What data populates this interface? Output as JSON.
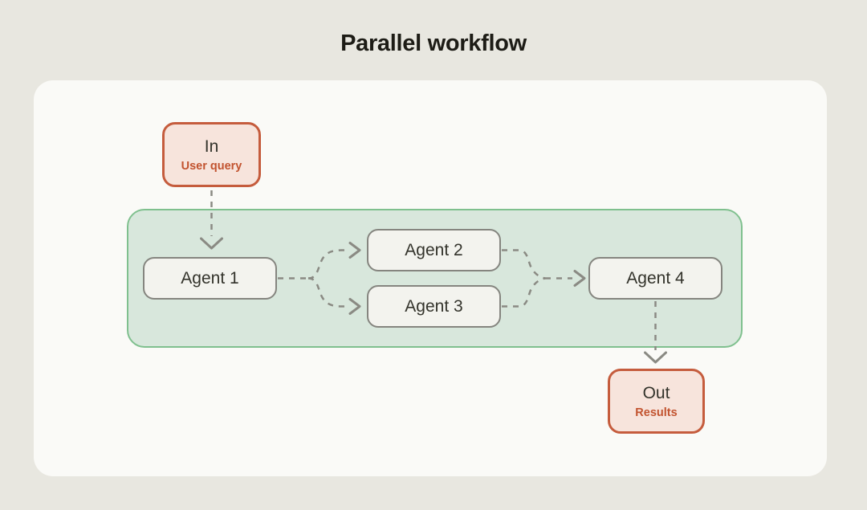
{
  "title": "Parallel workflow",
  "colors": {
    "page_bg": "#e8e7e0",
    "card_bg": "#fafaf7",
    "parallel_zone_bg": "#d8e7dc",
    "parallel_zone_border": "#7fc08e",
    "agent_node_bg": "#f3f3ee",
    "agent_node_border": "#85857f",
    "io_node_bg": "#f7e4dc",
    "io_node_border": "#c55c3d",
    "io_accent_text": "#c2532f",
    "arrow": "#8a8a83",
    "title_text": "#1d1c16",
    "node_text": "#33332b"
  },
  "diagram": {
    "in_node": {
      "label": "In",
      "sublabel": "User query"
    },
    "agents": [
      {
        "label": "Agent 1"
      },
      {
        "label": "Agent 2"
      },
      {
        "label": "Agent 3"
      },
      {
        "label": "Agent 4"
      }
    ],
    "out_node": {
      "label": "Out",
      "sublabel": "Results"
    }
  }
}
